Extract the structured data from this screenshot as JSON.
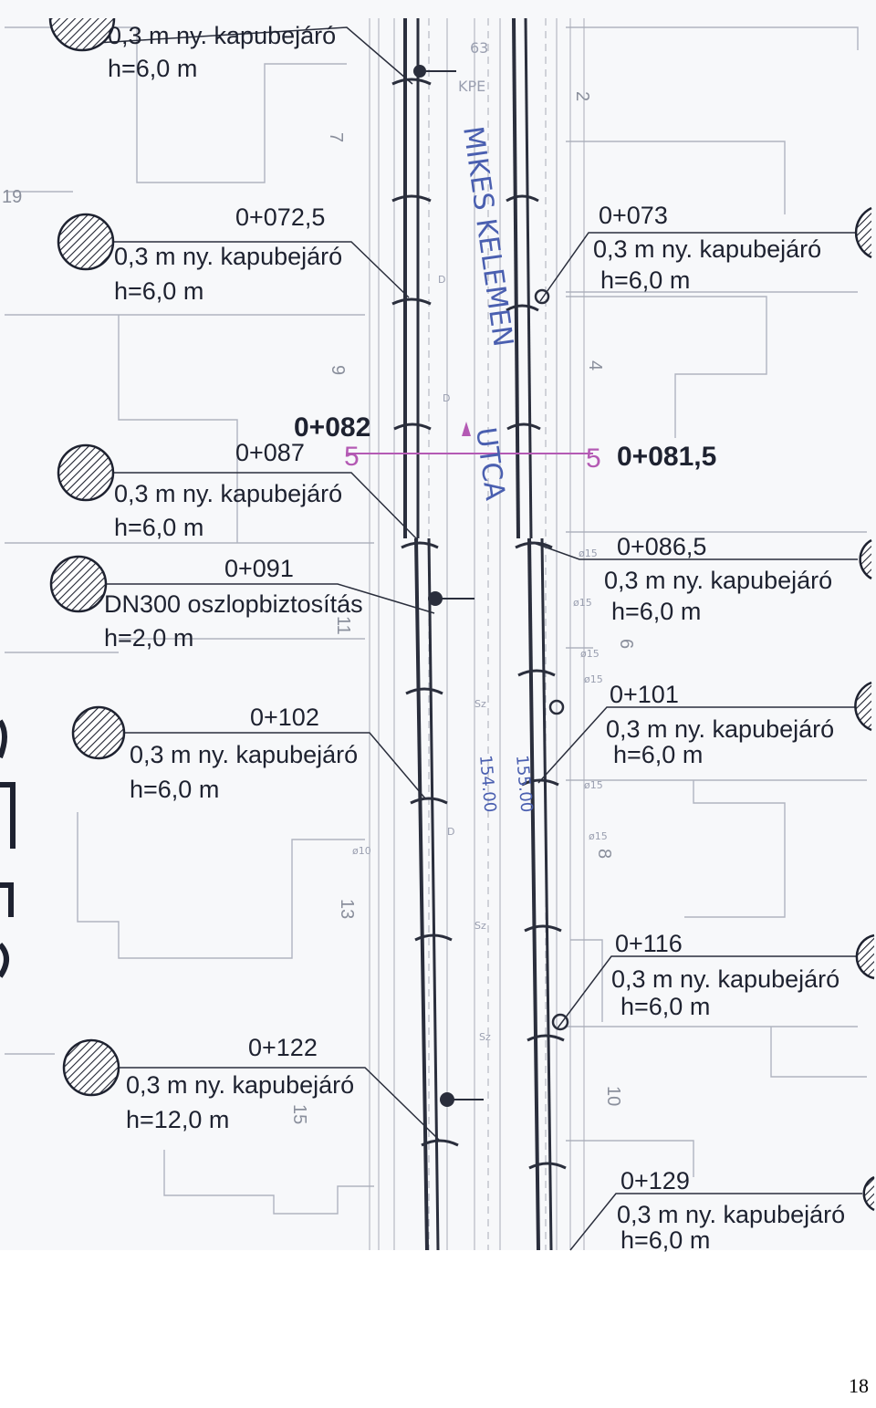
{
  "callouts": [
    {
      "station": "",
      "text": "0,3 m ny. kapubejáró",
      "height": "h=6,0 m"
    },
    {
      "station": "0+072,5",
      "text": "0,3 m ny. kapubejáró",
      "height": "h=6,0 m"
    },
    {
      "station": "0+087",
      "text": "0,3 m ny. kapubejáró",
      "height": "h=6,0 m"
    },
    {
      "station": "0+091",
      "text": "DN300 oszlopbiztosítás",
      "height": "h=2,0 m"
    },
    {
      "station": "0+102",
      "text": "0,3 m ny. kapubejáró",
      "height": "h=6,0 m"
    },
    {
      "station": "0+122",
      "text": "0,3 m ny. kapubejáró",
      "height": "h=12,0 m"
    },
    {
      "station": "0+073",
      "text": "0,3 m ny. kapubejáró",
      "height": "h=6,0 m"
    },
    {
      "station": "0+086,5",
      "text": "0,3 m ny. kapubejáró",
      "height": "h=6,0 m"
    },
    {
      "station": "0+101",
      "text": "0,3 m ny. kapubejáró",
      "height": "h=6,0 m"
    },
    {
      "station": "0+116",
      "text": "0,3 m ny. kapubejáró",
      "height": "h=6,0 m"
    },
    {
      "station": "0+129",
      "text": "0,3 m ny. kapubejáró",
      "height": "h=6,0 m"
    }
  ],
  "section": {
    "marker_left": "5",
    "marker_right": "5",
    "station_left": "0+082",
    "station_right": "0+081,5"
  },
  "street": {
    "name_line1": "MIKES KELEMEN",
    "name_line2": "UTCA",
    "level_1": "154.00",
    "level_2": "155.00"
  },
  "parcels": [
    "7",
    "2",
    "9",
    "4",
    "11",
    "6",
    "13",
    "8",
    "15",
    "10",
    "19"
  ],
  "utility_marks": [
    "KPE",
    "63",
    "ø15",
    "ø15",
    "ø15",
    "ø15",
    "ø15",
    "ø15",
    "ø10",
    "Sz",
    "Sz",
    "Sz",
    "D",
    "D",
    "D"
  ],
  "page_number": "18",
  "colors": {
    "ink": "#1e2230",
    "pencil": "#4a5fb0",
    "magenta": "#b45ab4",
    "hatch": "#1e2230"
  }
}
